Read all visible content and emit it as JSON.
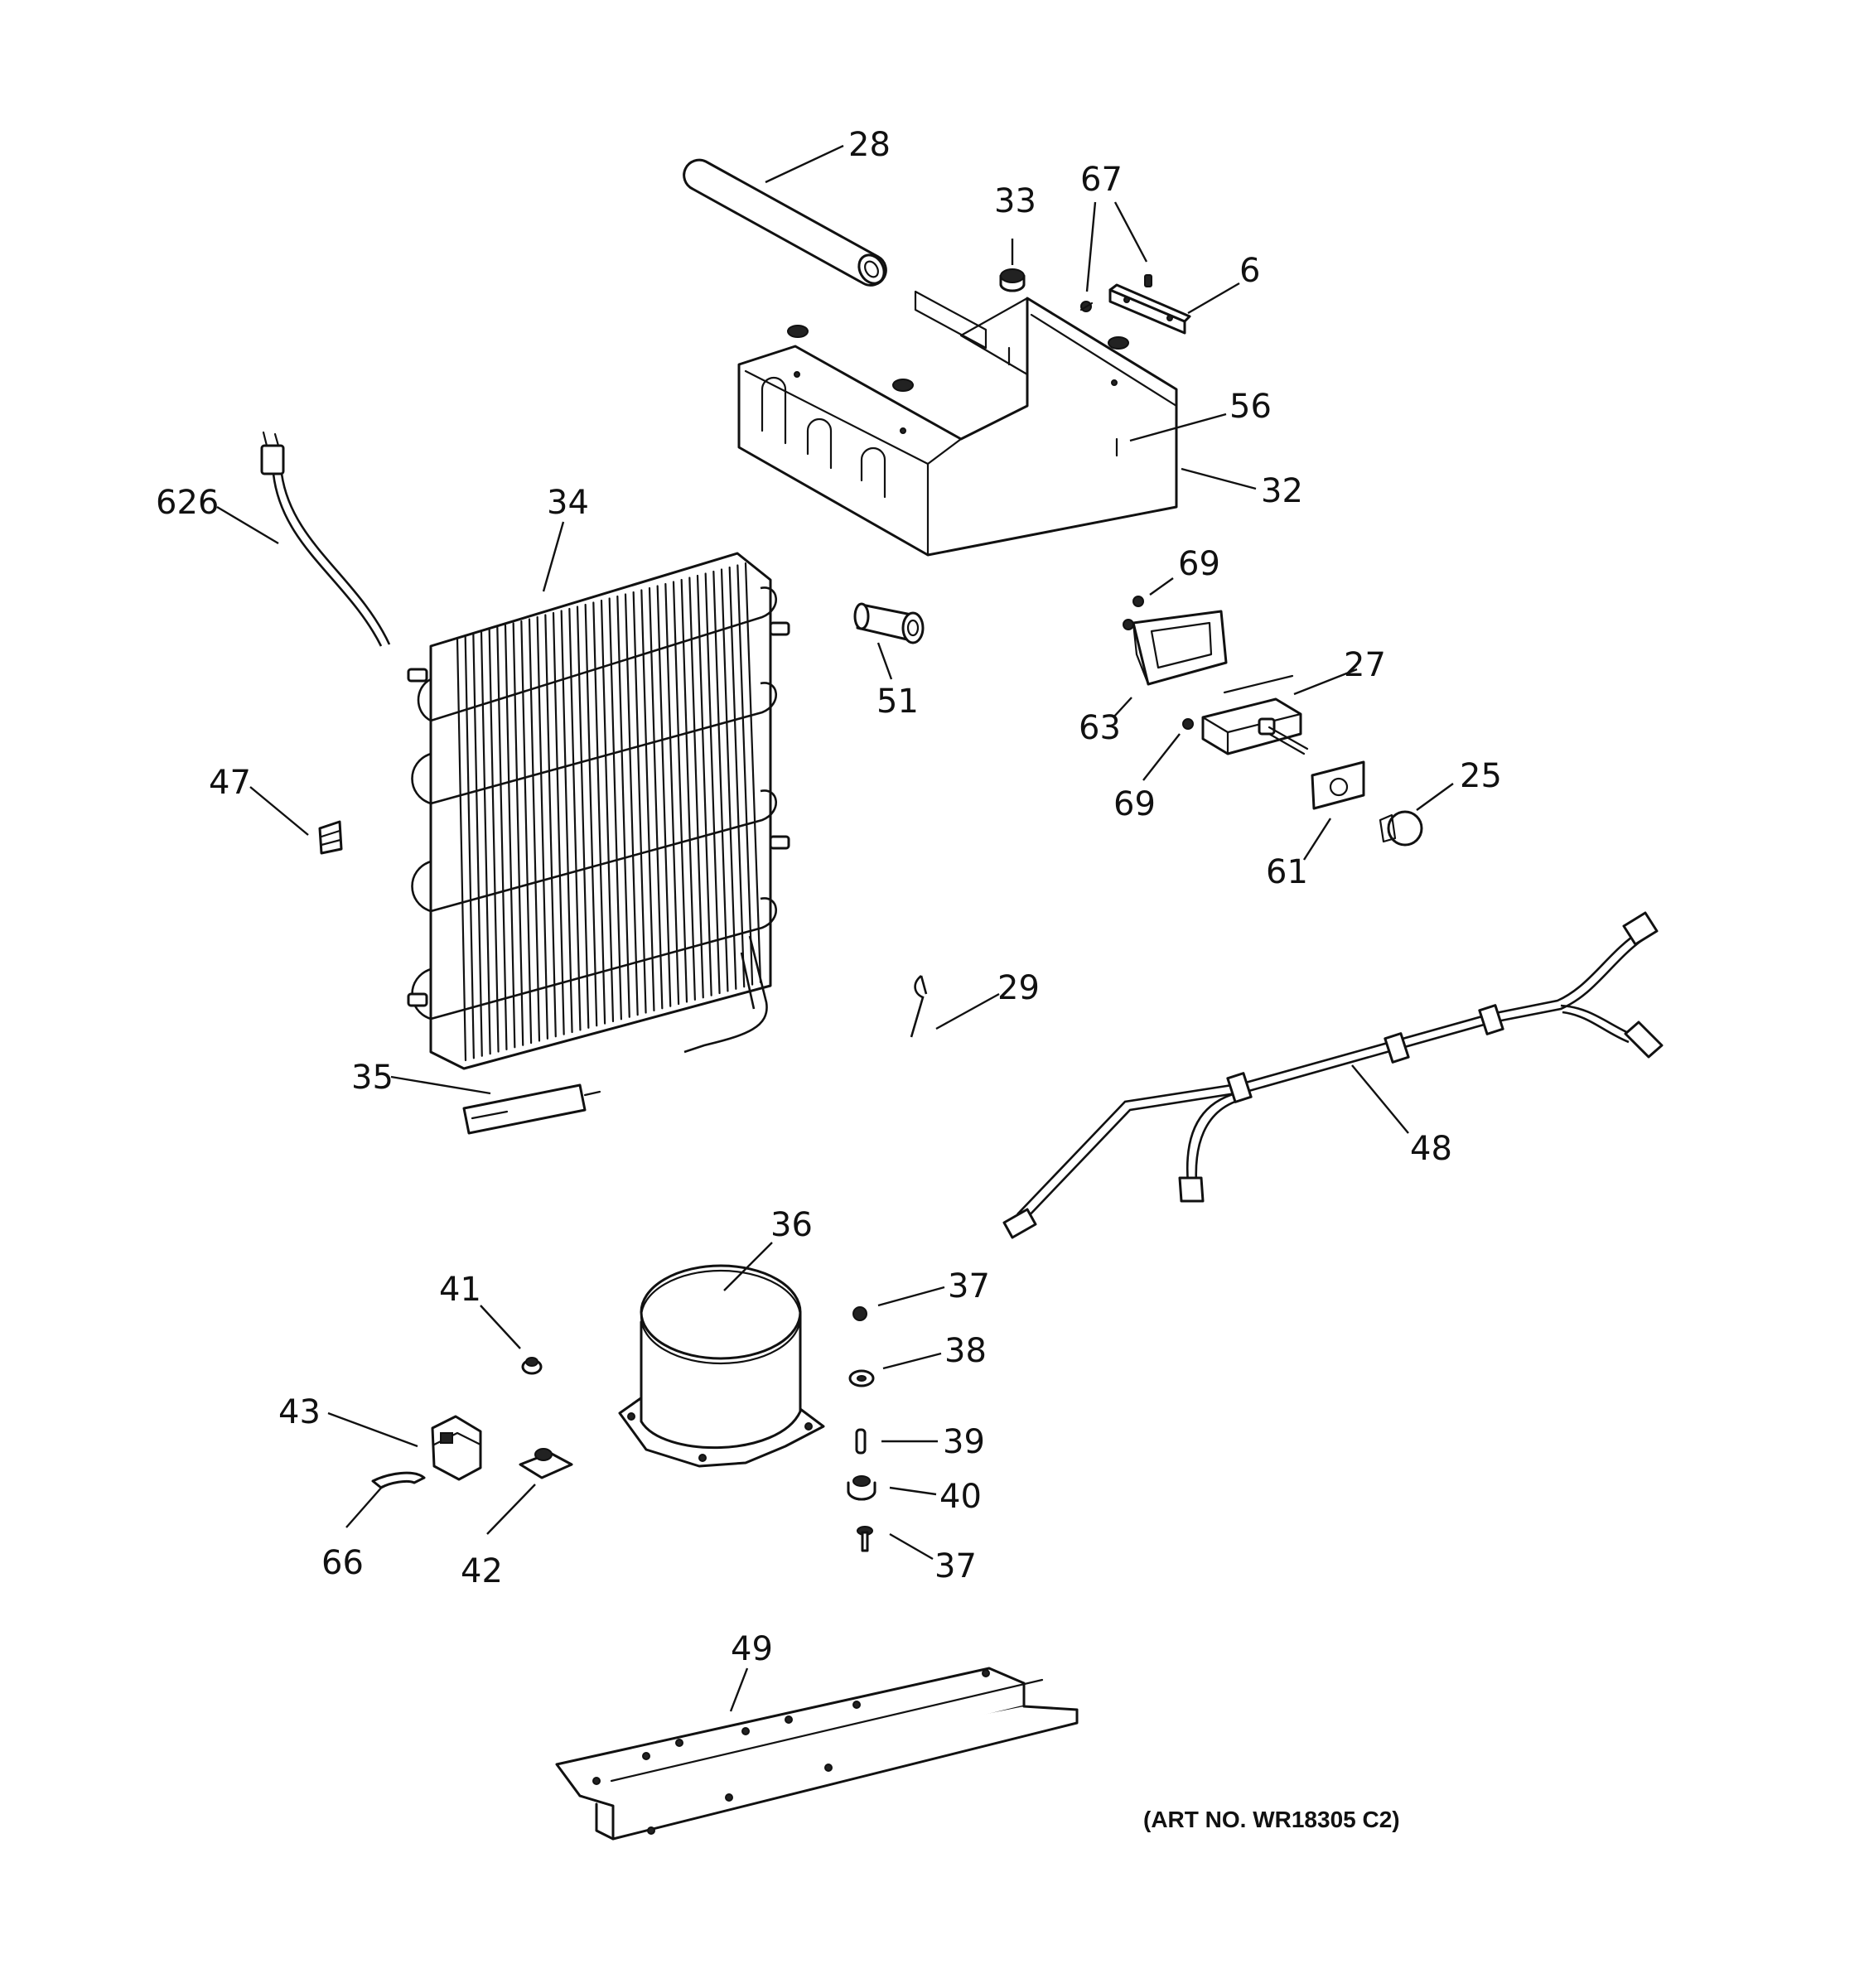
{
  "art_number": "(ART NO. WR18305 C2)",
  "callouts": {
    "c28": "28",
    "c33": "33",
    "c67": "67",
    "c6": "6",
    "c56": "56",
    "c32": "32",
    "c626": "626",
    "c34": "34",
    "c69a": "69",
    "c63": "63",
    "c27": "27",
    "c69b": "69",
    "c51": "51",
    "c47": "47",
    "c25": "25",
    "c61": "61",
    "c29": "29",
    "c35": "35",
    "c48": "48",
    "c36": "36",
    "c41": "41",
    "c37a": "37",
    "c38": "38",
    "c43": "43",
    "c39": "39",
    "c40": "40",
    "c37b": "37",
    "c66": "66",
    "c42": "42",
    "c49": "49"
  }
}
